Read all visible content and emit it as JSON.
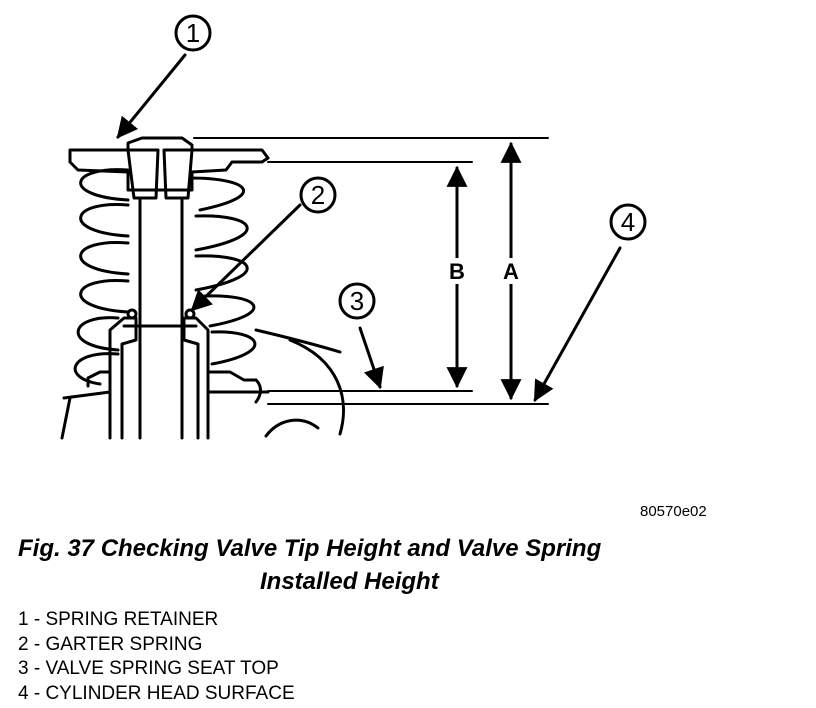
{
  "figure": {
    "code": "80570e02",
    "caption_line1": "Fig. 37 Checking Valve Tip Height and Valve Spring",
    "caption_line2": "Installed Height"
  },
  "callouts": [
    {
      "number": "1"
    },
    {
      "number": "2"
    },
    {
      "number": "3"
    },
    {
      "number": "4"
    }
  ],
  "dimensions": {
    "a_label": "A",
    "b_label": "B"
  },
  "legend": [
    "1 - SPRING RETAINER",
    "2 - GARTER SPRING",
    "3 - VALVE SPRING SEAT TOP",
    "4 - CYLINDER HEAD SURFACE"
  ],
  "colors": {
    "ink": "#000000",
    "background": "#ffffff"
  }
}
